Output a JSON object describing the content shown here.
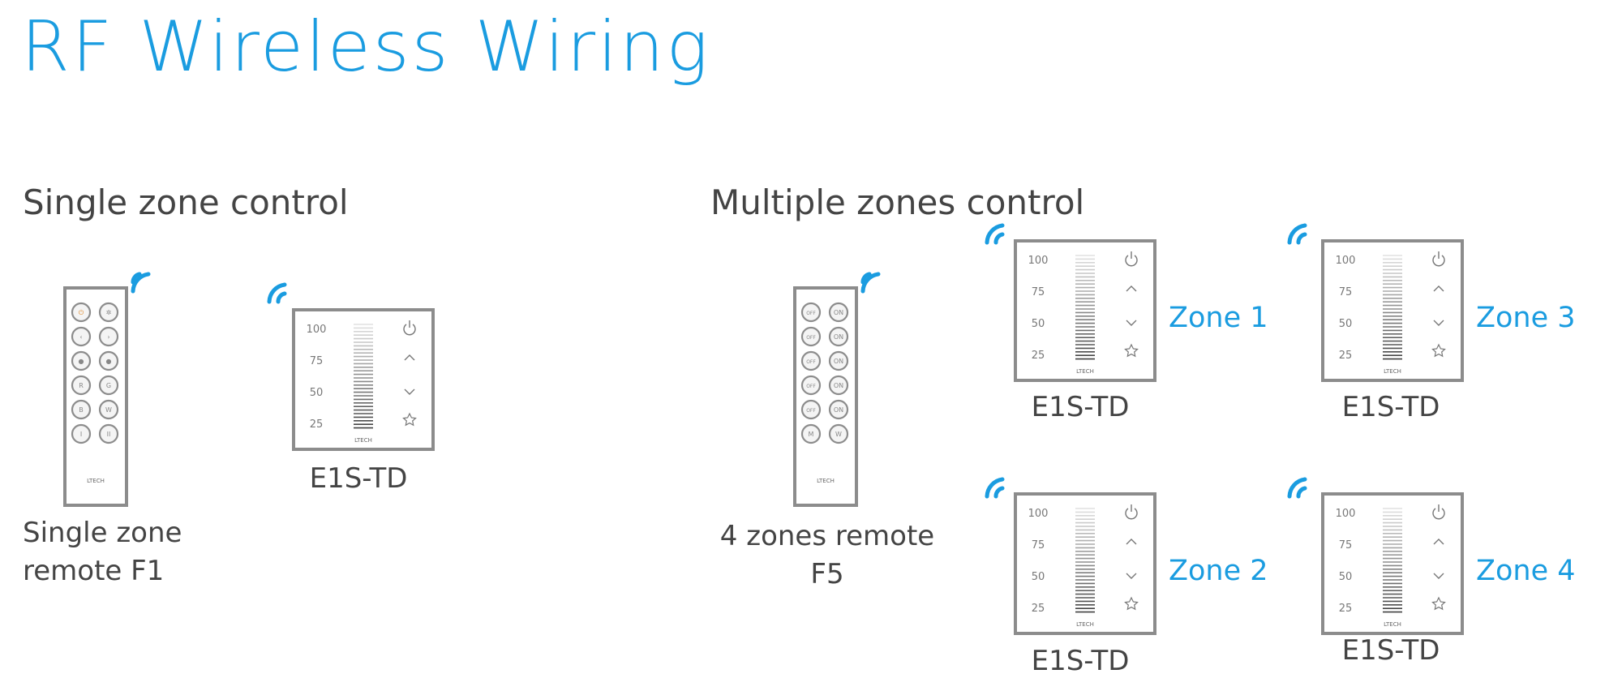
{
  "title": "RF Wireless Wiring",
  "single": {
    "heading": "Single zone control",
    "remote_caption_line1": "Single zone",
    "remote_caption_line2": "remote F1",
    "panel_label": "E1S-TD"
  },
  "multiple": {
    "heading": "Multiple zones control",
    "remote_caption_line1": "4 zones remote",
    "remote_caption_line2": "F5",
    "panels": [
      {
        "zone": "Zone 1",
        "label": "E1S-TD"
      },
      {
        "zone": "Zone 2",
        "label": "E1S-TD"
      },
      {
        "zone": "Zone 3",
        "label": "E1S-TD"
      },
      {
        "zone": "Zone 4",
        "label": "E1S-TD"
      }
    ]
  },
  "panel_face": {
    "levels": [
      "100",
      "75",
      "50",
      "25"
    ],
    "brand": "LTECH"
  },
  "remote_brand": "LTECH",
  "f1_buttons": [
    "⏻",
    "✲",
    "‹",
    "›",
    "●",
    "●",
    "R",
    "G",
    "B",
    "W",
    "I",
    "II"
  ],
  "f5_buttons": [
    "OFF",
    "ON",
    "OFF",
    "ON",
    "OFF",
    "ON",
    "OFF",
    "ON",
    "OFF",
    "ON",
    "M",
    "W"
  ],
  "colors": {
    "accent": "#1a9ce0",
    "device_border": "#8c8c8c",
    "text": "#444444"
  }
}
